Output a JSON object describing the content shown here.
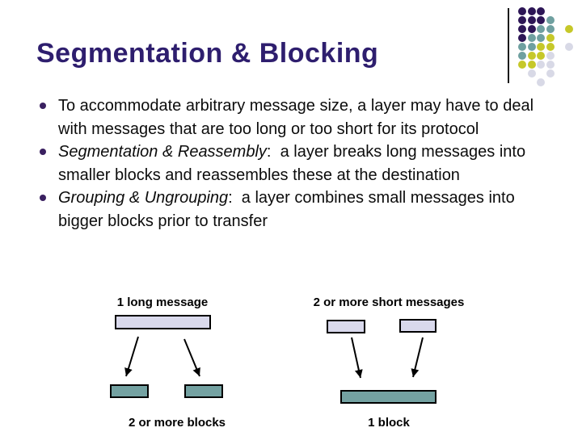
{
  "slide": {
    "title": "Segmentation & Blocking",
    "bullets": [
      {
        "lead": "",
        "rest": "To accommodate arbitrary message size, a layer may have to deal with messages that are too long or too short for its protocol"
      },
      {
        "lead": "Segmentation & Reassembly",
        "rest": ":  a layer breaks long messages into smaller blocks and reassembles these at the destination"
      },
      {
        "lead": "Grouping & Ungrouping",
        "rest": ":  a layer combines small messages into bigger blocks prior to transfer"
      }
    ]
  },
  "diagram": {
    "left": {
      "top_label": "1 long message",
      "bottom_label": "2 or more blocks"
    },
    "right": {
      "top_label": "2 or more short messages",
      "bottom_label": "1 block"
    },
    "colors": {
      "message_fill": "#D9D9EC",
      "block_fill": "#74A2A2",
      "border": "#000000"
    }
  },
  "decoration": {
    "title_color": "#2E1E6E",
    "bullet_color": "#3A2060",
    "dot_grid": {
      "pattern": [
        "PPP...",
        "PPPT..",
        "PPTT.Y",
        "PTTY..",
        "TTYY.G",
        "TYYG..",
        "YYGG..",
        ".G.G..",
        "..G..."
      ],
      "colors": {
        "P": "#2D1656",
        "T": "#6FA0A0",
        "Y": "#C6C829",
        "G": "#D8D9E6"
      }
    }
  }
}
